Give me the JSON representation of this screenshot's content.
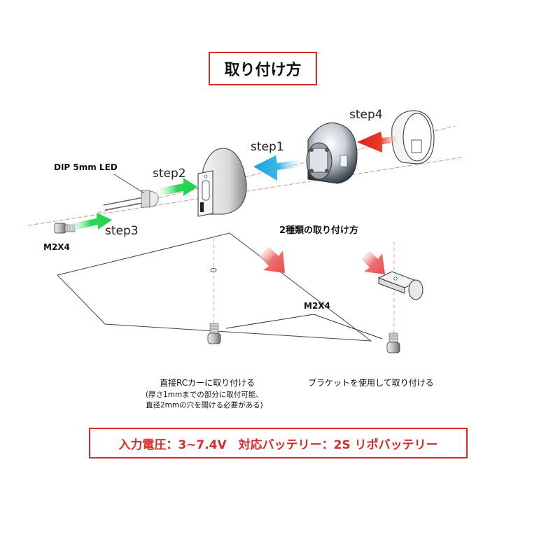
{
  "title": "取り付け方",
  "labels": {
    "dip_led": "DIP 5mm LED",
    "m2x4_left": "M2X4",
    "m2x4_bottom": "M2X4",
    "two_types": "2種類の取り付け方"
  },
  "steps": {
    "step1": "step1",
    "step2": "step2",
    "step3": "step3",
    "step4": "step4"
  },
  "captions": {
    "direct": "直接RCカーに取り付ける",
    "direct_note_1": "(厚さ1mmまでの部分に取付可能、",
    "direct_note_2": "直径2mmの穴を開ける必要がある)",
    "bracket": "ブラケットを使用して取り付ける"
  },
  "spec": "入力電圧：3~7.4V　対応バッテリー：2S リポバッテリー",
  "colors": {
    "frame_red": "#d92b2b",
    "green_arrow": "#2fd957",
    "blue_arrow": "#39b7e8",
    "red_arrow": "#e83a2a",
    "pink_arrow": "#ef6a6a",
    "axis_line": "#e08a8a"
  }
}
